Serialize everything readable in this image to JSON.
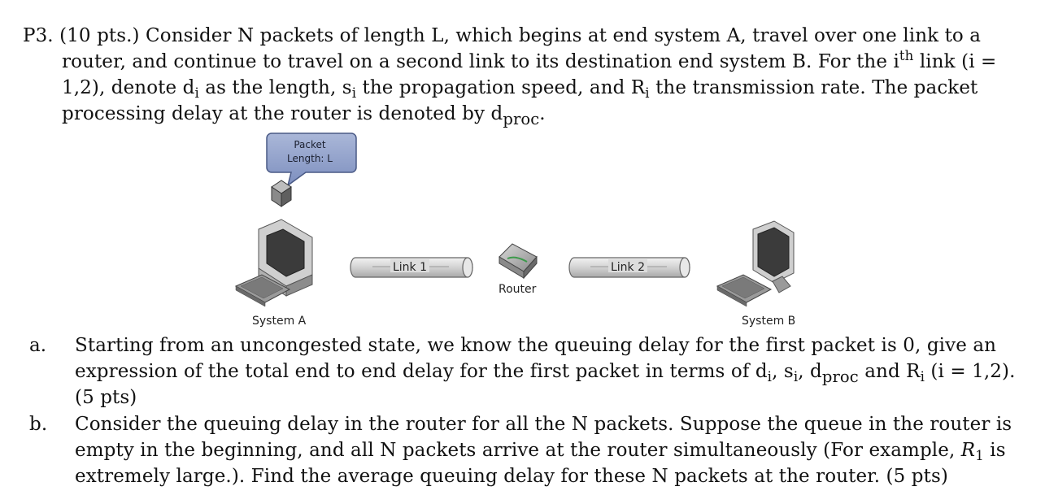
{
  "problem": {
    "lines": [
      "P3. (10 pts.) Consider N packets of length L, which begins at end system A, travel over one link to a",
      "router, and continue to travel on a second link to its destination end system B. For the i",
      "1,2), denote d",
      "processing delay at the router is denoted by d"
    ],
    "l2_sup": "th",
    "l2_tail": " link (i =",
    "l3_parts": [
      "1,2), denote d",
      "i",
      " as the length, s",
      "i",
      " the propagation speed, and R",
      "i",
      " the transmission rate. The packet"
    ],
    "l4_sub": "proc",
    "l4_end": "."
  },
  "diagram": {
    "callout": [
      "Packet",
      "Length: L"
    ],
    "link1": "Link 1",
    "link2": "Link 2",
    "router": "Router",
    "system_a": "System A",
    "system_b": "System B"
  },
  "part_a": {
    "marker": "a.",
    "line1": "Starting from an uncongested state, we know the queuing delay for the first packet is 0, give an",
    "line2_parts": [
      "expression of the total end to end delay for the first packet in terms of d",
      "i",
      ", s",
      "i",
      ", d",
      "proc",
      " and R",
      "i",
      " (i = 1,2)."
    ],
    "line3": "(5 pts)"
  },
  "part_b": {
    "marker": "b.",
    "line1": "Consider the queuing delay in the router for all the N packets. Suppose the queue in the router is",
    "line2_parts": [
      "empty in the beginning, and all N packets arrive at the router simultaneously (For example, ",
      "R",
      "1",
      " is"
    ],
    "line3": "extremely large.). Find the average queuing delay for these N packets at the router. (5 pts)"
  }
}
